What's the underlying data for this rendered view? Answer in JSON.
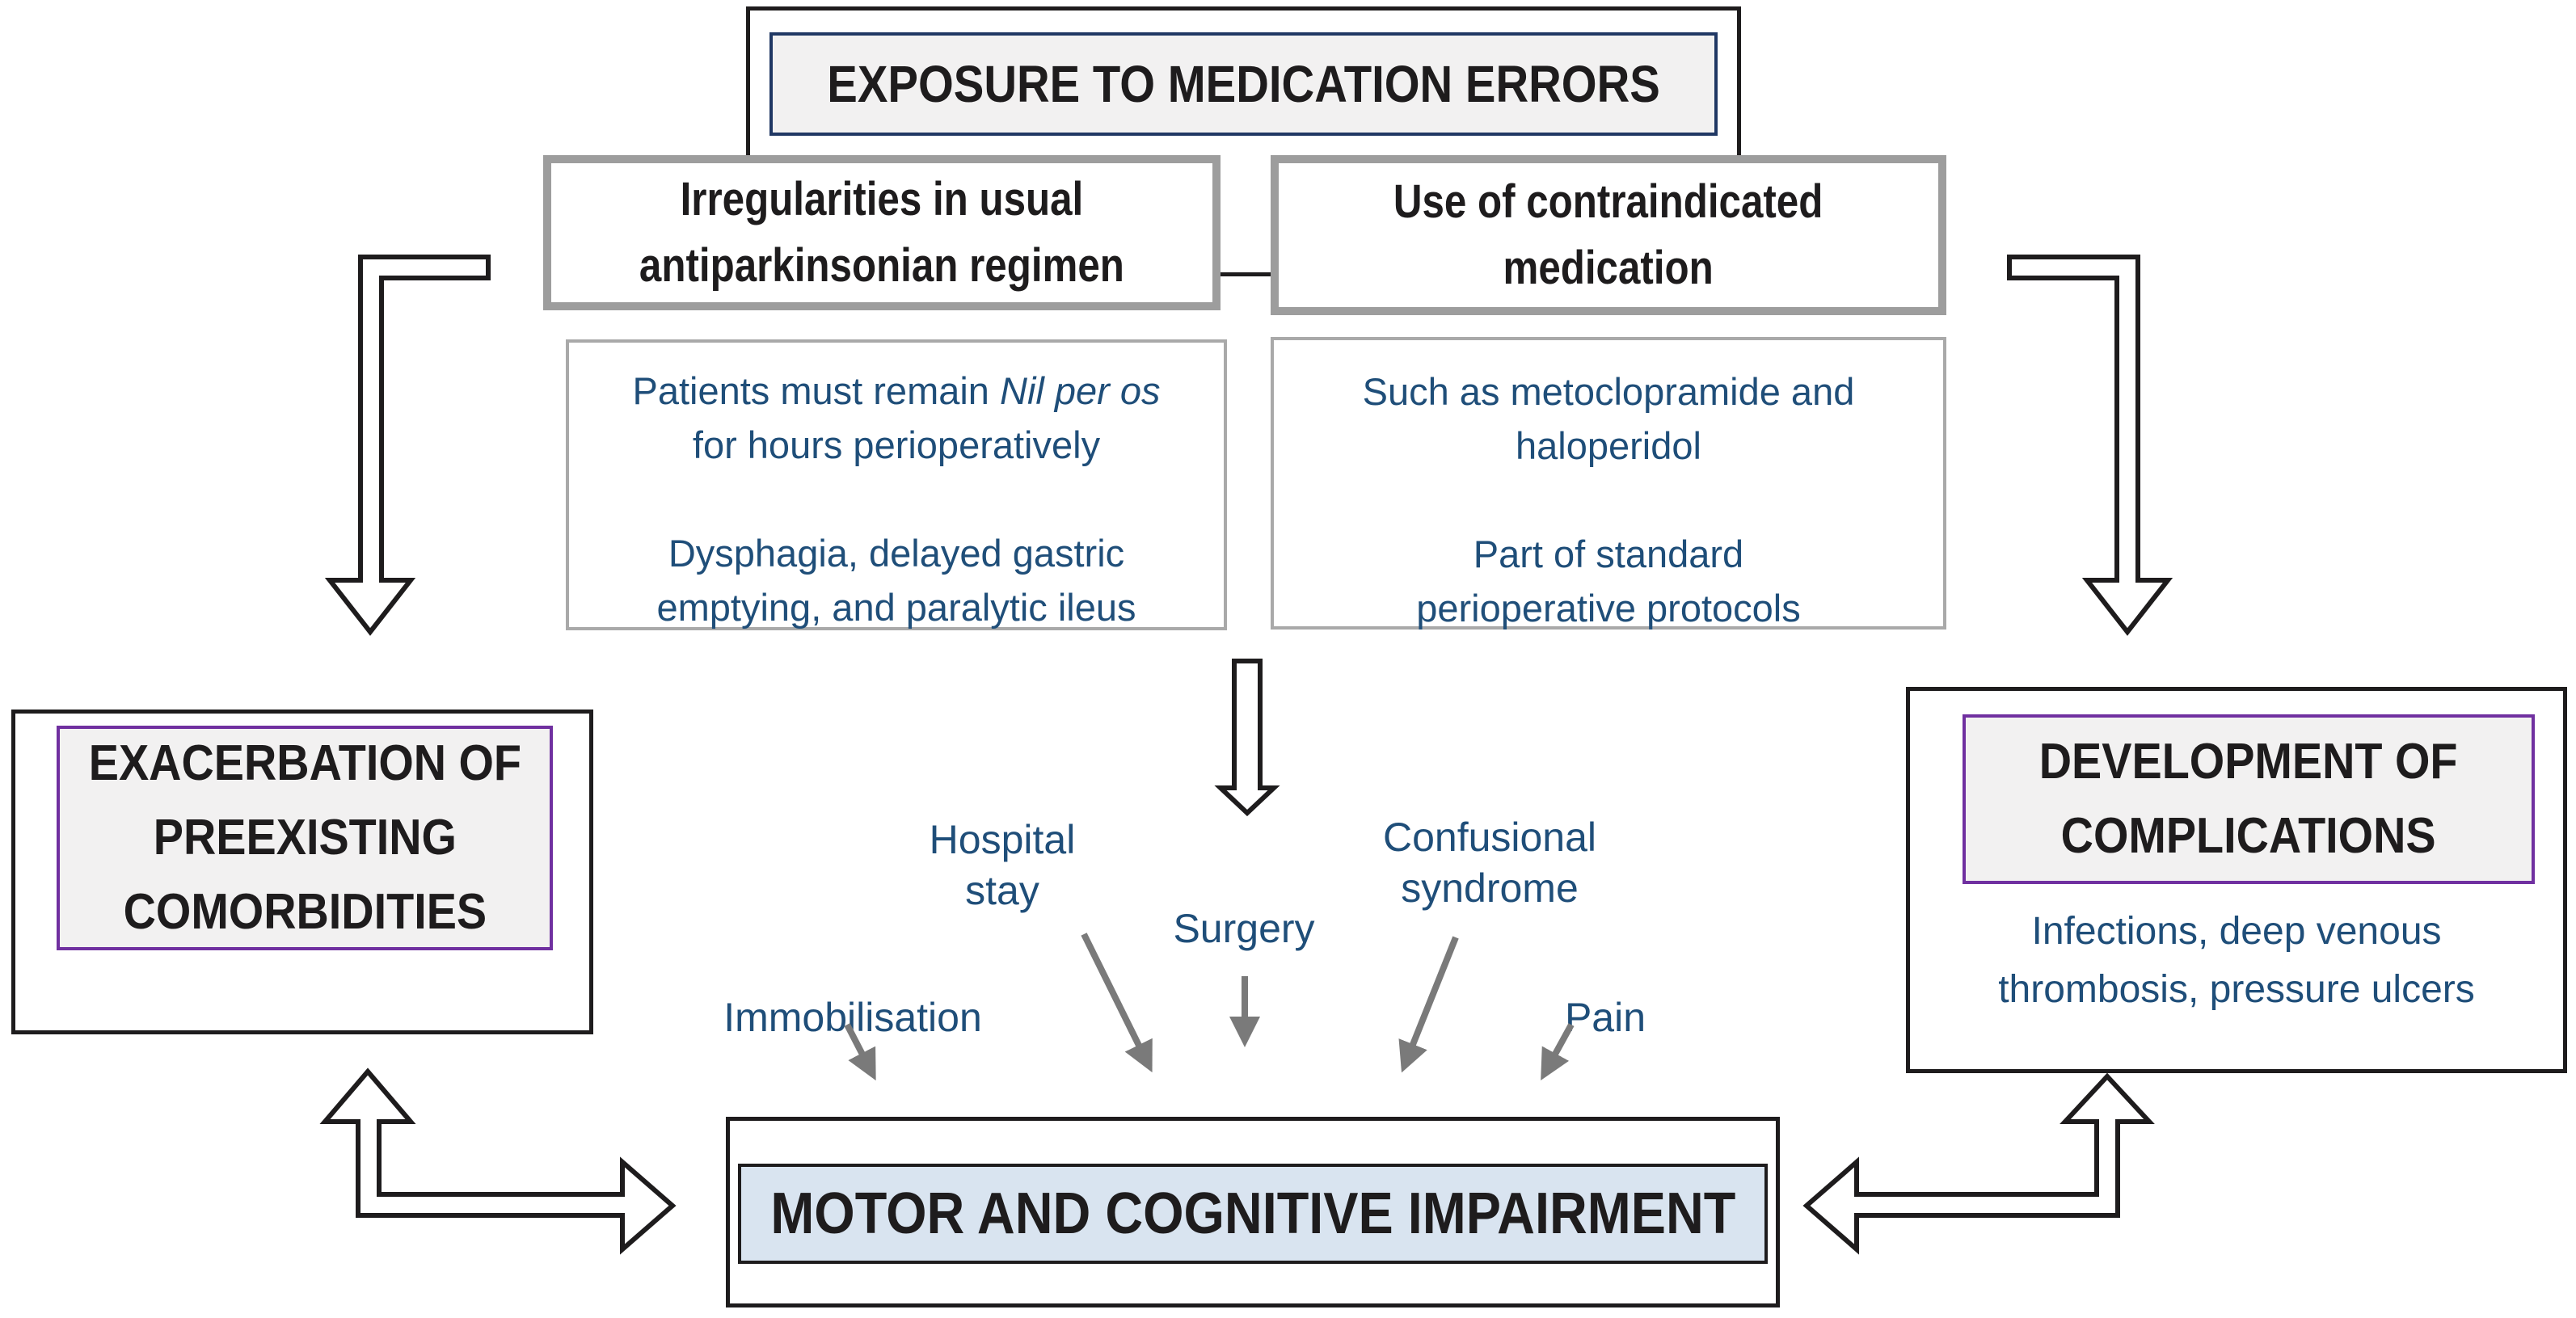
{
  "colors": {
    "black_line": "#1e1c1d",
    "navy_border": "#203864",
    "purple_border": "#7030a0",
    "blue_text": "#1f4e79",
    "thick_gray_border": "#9d9d9d",
    "thin_gray_border": "#a9a9a9",
    "light_gray_fill": "#f2f1f1",
    "light_blue_fill": "#d9e4f0",
    "arrow_gray": "#7a7a7a"
  },
  "title": {
    "label": "EXPOSURE TO MEDICATION ERRORS"
  },
  "causes": {
    "left": {
      "heading": {
        "l1": "Irregularities in usual",
        "l2": "antiparkinsonian regimen"
      },
      "detail": {
        "l1a": "Patients must remain ",
        "l1b_italic": "Nil per os",
        "l2": "for hours perioperatively",
        "l3": "Dysphagia, delayed gastric",
        "l4": "emptying, and paralytic ileus"
      }
    },
    "right": {
      "heading": {
        "l1": "Use of contraindicated",
        "l2": "medication"
      },
      "detail": {
        "l1": "Such as metoclopramide and",
        "l2": "haloperidol",
        "l3": "Part of standard",
        "l4": "perioperative protocols"
      }
    }
  },
  "outcomes": {
    "exacerbation": {
      "l1": "EXACERBATION OF",
      "l2": "PREEXISTING",
      "l3": "COMORBIDITIES"
    },
    "development": {
      "l1": "DEVELOPMENT OF",
      "l2": "COMPLICATIONS",
      "detail_l1": "Infections, deep venous",
      "detail_l2": "thrombosis, pressure ulcers"
    },
    "impairment": {
      "label": "MOTOR AND COGNITIVE IMPAIRMENT"
    }
  },
  "contributors": {
    "hospital": {
      "l1": "Hospital",
      "l2": "stay"
    },
    "surgery": {
      "label": "Surgery"
    },
    "confusional": {
      "l1": "Confusional",
      "l2": "syndrome"
    },
    "immobilisation": {
      "label": "Immobilisation"
    },
    "pain": {
      "label": "Pain"
    }
  }
}
